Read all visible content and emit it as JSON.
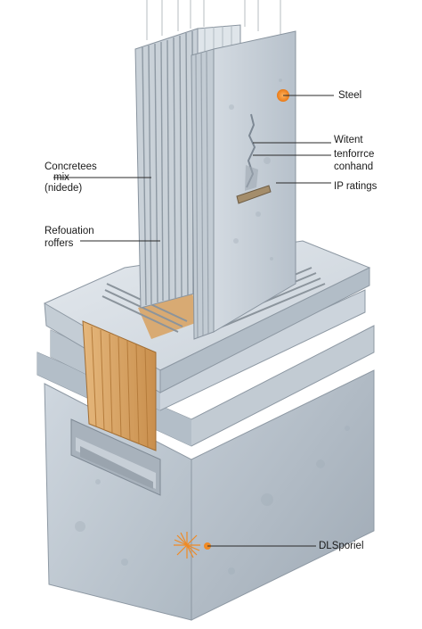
{
  "labels": {
    "left_top_line1": "Concretees",
    "left_top_line2": "mix",
    "left_top_line3": "(nidede)",
    "left_bottom_line1": "Refouation",
    "left_bottom_line2": "roffers",
    "right_1": "Steel",
    "right_2": "Witent",
    "right_3": "tenforrce",
    "right_4": "conhand",
    "right_5": "IP ratings",
    "right_6": "DLSporiel"
  },
  "colors": {
    "concrete_light": "#d6dde4",
    "concrete_mid": "#b9c3cc",
    "concrete_dark": "#8f9aa5",
    "wood": "#d9a86a",
    "steel_bar": "#9aa3ab",
    "marker": "#f08a24"
  }
}
